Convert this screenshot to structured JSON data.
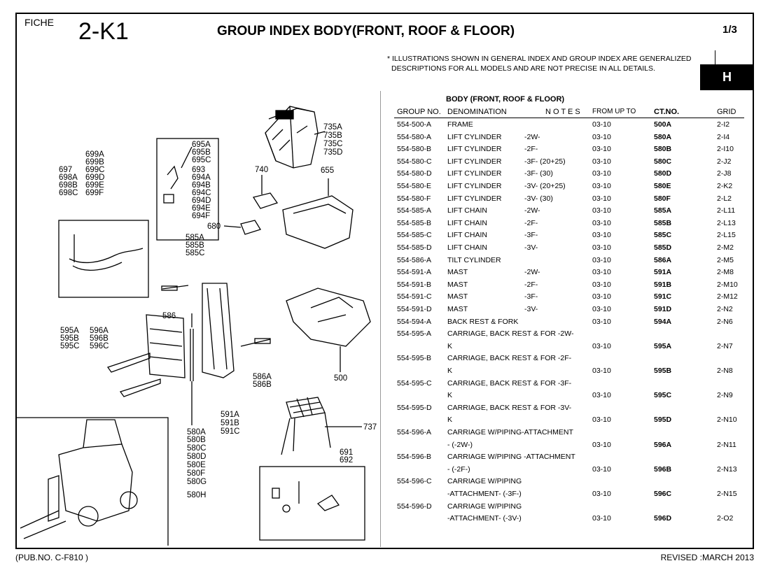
{
  "header": {
    "fiche_label": "FICHE",
    "fiche_code": "2-K1",
    "title": "GROUP INDEX BODY(FRONT, ROOF & FLOOR)",
    "page": "1/3",
    "disclaimer_line1": "* ILLUSTRATIONS SHOWN IN GENERAL INDEX AND GROUP INDEX ARE GENERALIZED",
    "disclaimer_line2": "DESCRIPTIONS FOR ALL MODELS AND ARE NOT PRECISE IN ALL DETAILS.",
    "section_tab": "H"
  },
  "footer": {
    "pub_no": "(PUB.NO. C-F810 )",
    "revised": "REVISED :MARCH 2013"
  },
  "illustration": {
    "labels": {
      "l735": [
        "735A",
        "735B",
        "735C",
        "735D"
      ],
      "l695": [
        "695A",
        "695B",
        "695C",
        "693",
        "694A",
        "694B",
        "694C",
        "694D",
        "694E",
        "694F"
      ],
      "l699a": [
        "699A",
        "699B"
      ],
      "l697": [
        "697",
        "698A",
        "698B",
        "698C"
      ],
      "l699c": [
        "699C",
        "699D",
        "699E",
        "699F"
      ],
      "l740": "740",
      "l655": "655",
      "l680": "680",
      "l585": [
        "585A",
        "585B",
        "585C"
      ],
      "l586": "586",
      "l595": [
        "595A",
        "595B",
        "595C"
      ],
      "l596": [
        "596A",
        "596B",
        "596C"
      ],
      "l586ab": [
        "586A",
        "586B"
      ],
      "l500": "500",
      "l591": [
        "591A",
        "591B",
        "591C"
      ],
      "l580": [
        "580A",
        "580B",
        "580C",
        "580D",
        "580E",
        "580F",
        "580G",
        "580H"
      ],
      "l737": "737",
      "l691": [
        "691",
        "692"
      ]
    }
  },
  "parts_table": {
    "section_title": "BODY (FRONT, ROOF & FLOOR)",
    "headers": {
      "group_no": "GROUP NO.",
      "denomination": "DENOMINATION",
      "notes": "N O T E S",
      "from_up_to": "FROM UP TO",
      "ct_no": "CT.NO.",
      "grid": "GRID"
    },
    "rows": [
      {
        "group": "554-500-A",
        "denom": "FRAME",
        "notes": "",
        "from": "03-10",
        "ct": "500A",
        "grid": "2-I2"
      },
      {
        "group": "554-580-A",
        "denom": "LIFT CYLINDER",
        "notes": "-2W-",
        "from": "03-10",
        "ct": "580A",
        "grid": "2-I4"
      },
      {
        "group": "554-580-B",
        "denom": "LIFT CYLINDER",
        "notes": "-2F-",
        "from": "03-10",
        "ct": "580B",
        "grid": "2-I10"
      },
      {
        "group": "554-580-C",
        "denom": "LIFT CYLINDER",
        "notes": "-3F- (20+25)",
        "from": "03-10",
        "ct": "580C",
        "grid": "2-J2"
      },
      {
        "group": "554-580-D",
        "denom": "LIFT CYLINDER",
        "notes": "-3F- (30)",
        "from": "03-10",
        "ct": "580D",
        "grid": "2-J8"
      },
      {
        "group": "554-580-E",
        "denom": "LIFT CYLINDER",
        "notes": "-3V- (20+25)",
        "from": "03-10",
        "ct": "580E",
        "grid": "2-K2"
      },
      {
        "group": "554-580-F",
        "denom": "LIFT CYLINDER",
        "notes": "-3V- (30)",
        "from": "03-10",
        "ct": "580F",
        "grid": "2-L2"
      },
      {
        "group": "554-585-A",
        "denom": "LIFT CHAIN",
        "notes": "-2W-",
        "from": "03-10",
        "ct": "585A",
        "grid": "2-L11"
      },
      {
        "group": "554-585-B",
        "denom": "LIFT CHAIN",
        "notes": "-2F-",
        "from": "03-10",
        "ct": "585B",
        "grid": "2-L13"
      },
      {
        "group": "554-585-C",
        "denom": "LIFT CHAIN",
        "notes": "-3F-",
        "from": "03-10",
        "ct": "585C",
        "grid": "2-L15"
      },
      {
        "group": "554-585-D",
        "denom": "LIFT CHAIN",
        "notes": "-3V-",
        "from": "03-10",
        "ct": "585D",
        "grid": "2-M2"
      },
      {
        "group": "554-586-A",
        "denom": "TILT CYLINDER",
        "notes": "",
        "from": "03-10",
        "ct": "586A",
        "grid": "2-M5"
      },
      {
        "group": "554-591-A",
        "denom": "MAST",
        "notes": "-2W-",
        "from": "03-10",
        "ct": "591A",
        "grid": "2-M8"
      },
      {
        "group": "554-591-B",
        "denom": "MAST",
        "notes": "-2F-",
        "from": "03-10",
        "ct": "591B",
        "grid": "2-M10"
      },
      {
        "group": "554-591-C",
        "denom": "MAST",
        "notes": "-3F-",
        "from": "03-10",
        "ct": "591C",
        "grid": "2-M12"
      },
      {
        "group": "554-591-D",
        "denom": "MAST",
        "notes": "-3V-",
        "from": "03-10",
        "ct": "591D",
        "grid": "2-N2"
      },
      {
        "group": "554-594-A",
        "denom": "BACK REST & FORK",
        "notes": "",
        "from": "03-10",
        "ct": "594A",
        "grid": "2-N6"
      },
      {
        "group": "554-595-A",
        "denom": "CARRIAGE, BACK REST & FOR  -2W-",
        "notes": "",
        "from": "",
        "ct": "",
        "grid": ""
      },
      {
        "group": "",
        "denom": "K",
        "notes": "",
        "from": "03-10",
        "ct": "595A",
        "grid": "2-N7"
      },
      {
        "group": "554-595-B",
        "denom": "CARRIAGE, BACK REST & FOR  -2F-",
        "notes": "",
        "from": "",
        "ct": "",
        "grid": ""
      },
      {
        "group": "",
        "denom": "K",
        "notes": "",
        "from": "03-10",
        "ct": "595B",
        "grid": "2-N8"
      },
      {
        "group": "554-595-C",
        "denom": "CARRIAGE, BACK REST & FOR  -3F-",
        "notes": "",
        "from": "",
        "ct": "",
        "grid": ""
      },
      {
        "group": "",
        "denom": "K",
        "notes": "",
        "from": "03-10",
        "ct": "595C",
        "grid": "2-N9"
      },
      {
        "group": "554-595-D",
        "denom": "CARRIAGE, BACK REST & FOR  -3V-",
        "notes": "",
        "from": "",
        "ct": "",
        "grid": ""
      },
      {
        "group": "",
        "denom": "K",
        "notes": "",
        "from": "03-10",
        "ct": "595D",
        "grid": "2-N10"
      },
      {
        "group": "554-596-A",
        "denom": "CARRIAGE W/PIPING-ATTACHMENT",
        "notes": "",
        "from": "",
        "ct": "",
        "grid": ""
      },
      {
        "group": "",
        "denom": "- (-2W-)",
        "notes": "",
        "from": "03-10",
        "ct": "596A",
        "grid": "2-N11"
      },
      {
        "group": "554-596-B",
        "denom": "CARRIAGE W/PIPING  -ATTACHMENT",
        "notes": "",
        "from": "",
        "ct": "",
        "grid": ""
      },
      {
        "group": "",
        "denom": "- (-2F-)",
        "notes": "",
        "from": "03-10",
        "ct": "596B",
        "grid": "2-N13"
      },
      {
        "group": "554-596-C",
        "denom": "CARRIAGE W/PIPING",
        "notes": "",
        "from": "",
        "ct": "",
        "grid": ""
      },
      {
        "group": "",
        "denom": "-ATTACHMENT- (-3F-)",
        "notes": "",
        "from": "03-10",
        "ct": "596C",
        "grid": "2-N15"
      },
      {
        "group": "554-596-D",
        "denom": "CARRIAGE W/PIPING",
        "notes": "",
        "from": "",
        "ct": "",
        "grid": ""
      },
      {
        "group": "",
        "denom": "-ATTACHMENT- (-3V-)",
        "notes": "",
        "from": "03-10",
        "ct": "596D",
        "grid": "2-O2"
      }
    ]
  }
}
